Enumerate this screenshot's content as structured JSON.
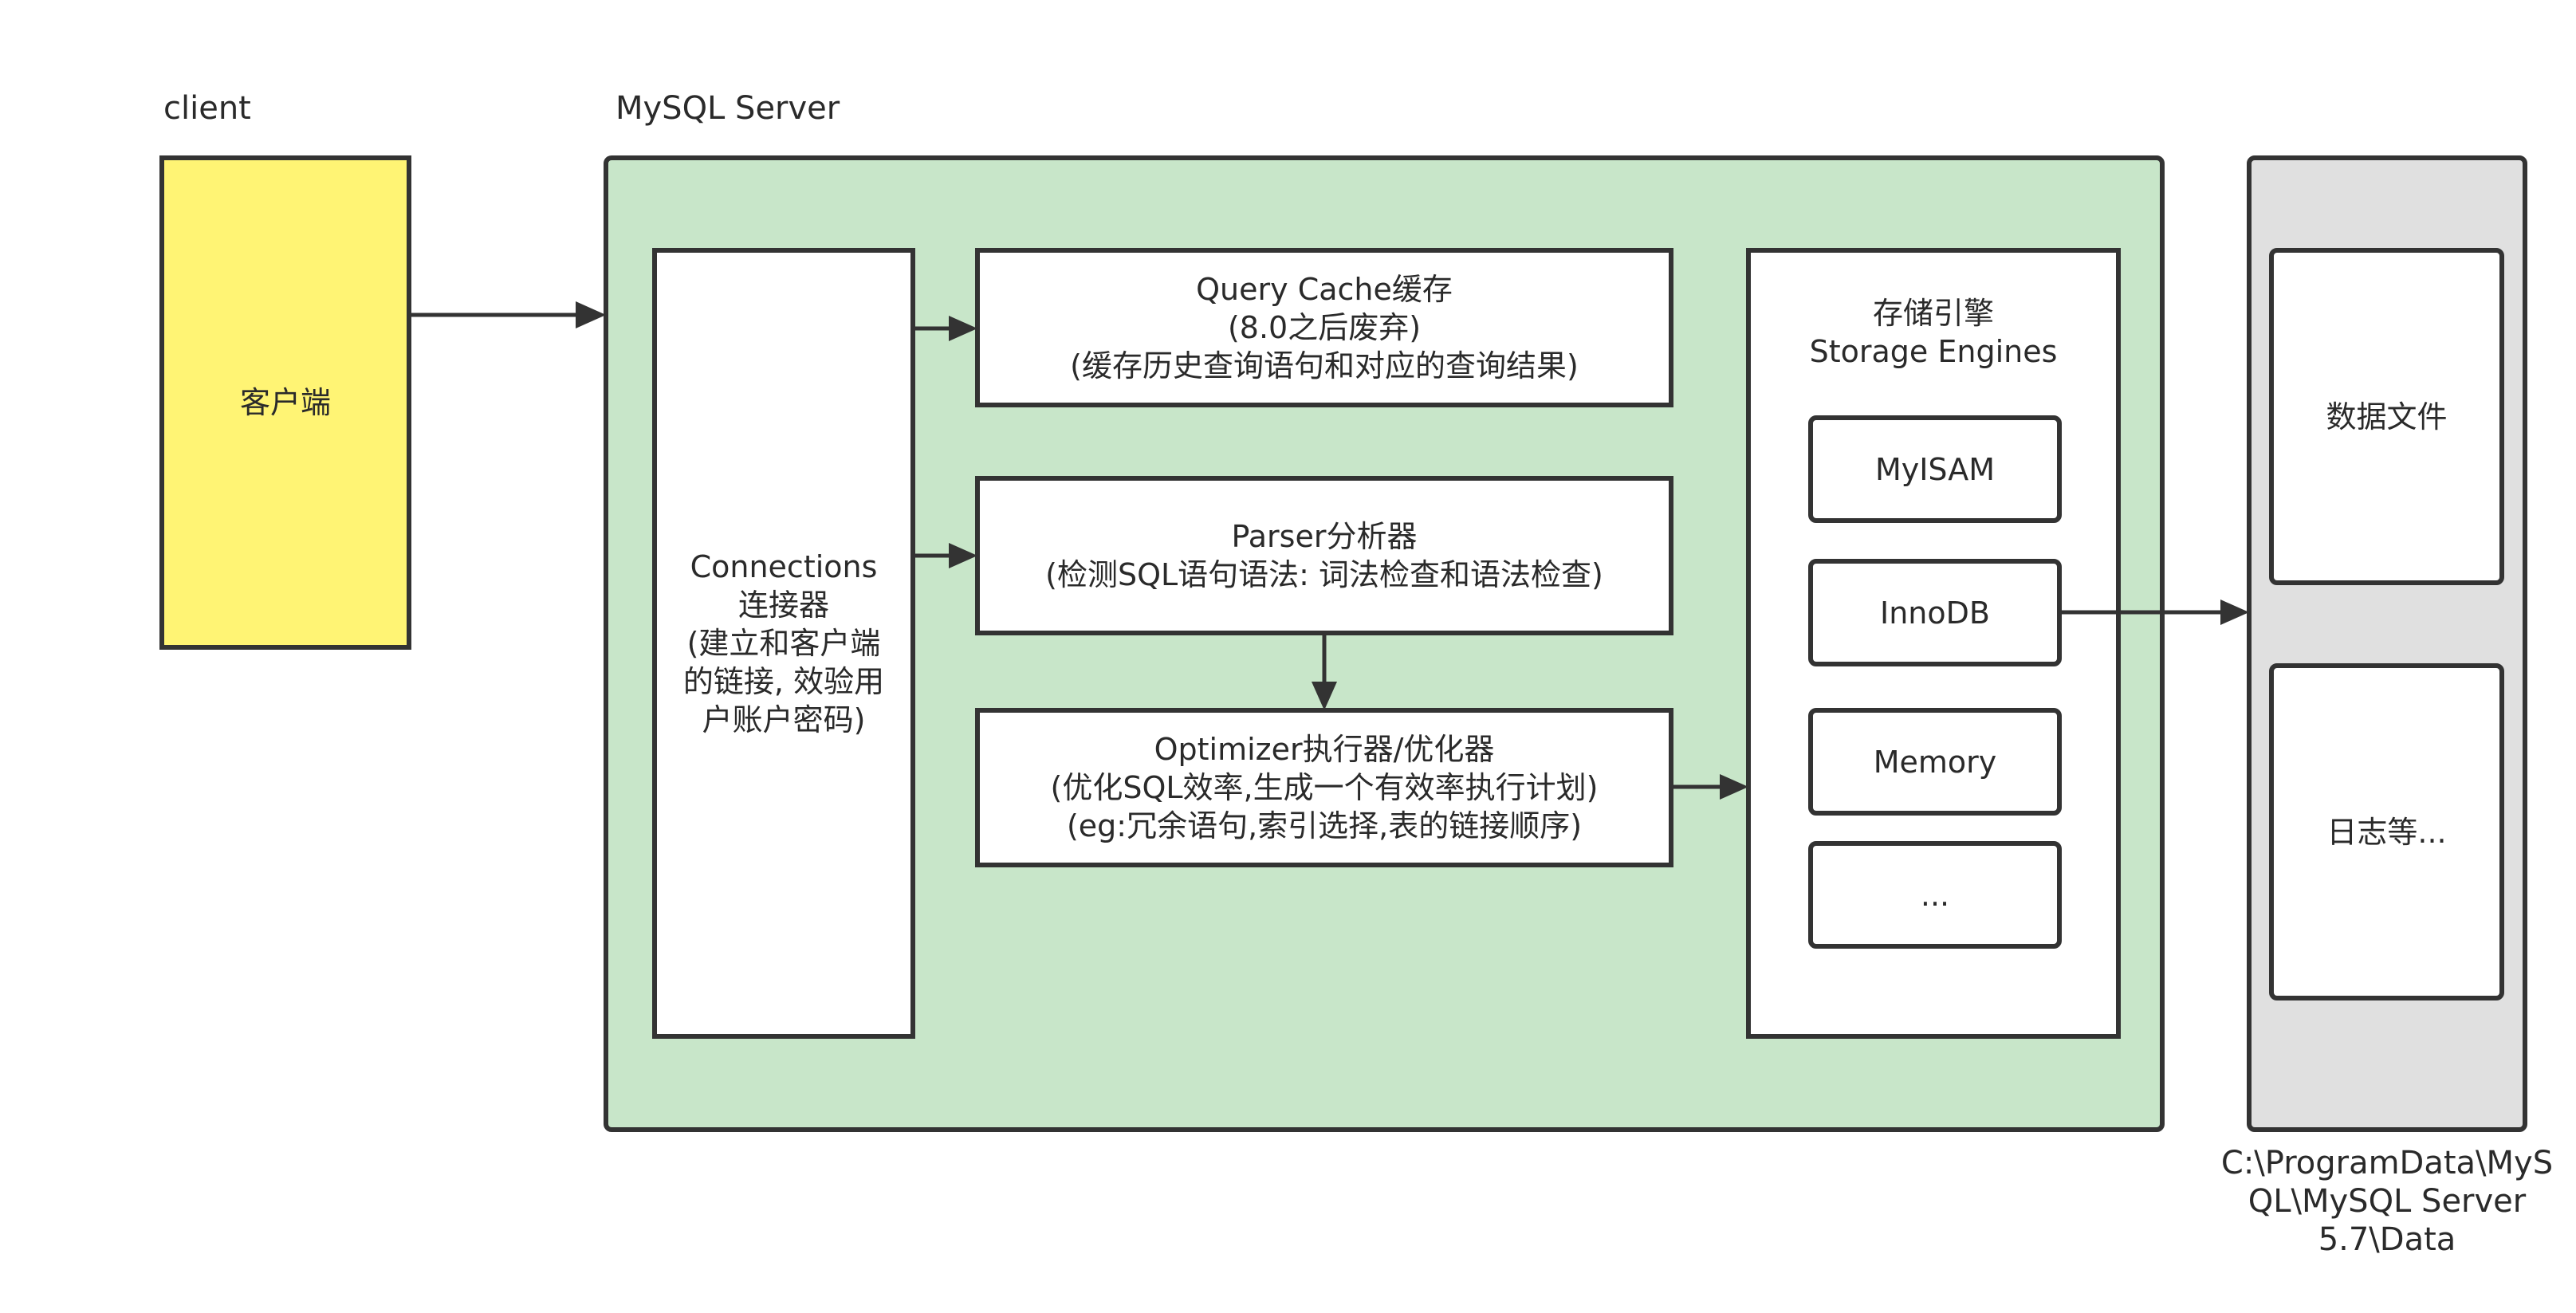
{
  "colors": {
    "client_fill": "#fff474",
    "server_fill": "#c8e6c9",
    "storage_fill": "#e0e0e0",
    "box_fill": "#ffffff",
    "stroke": "#333333"
  },
  "labels": {
    "client": "client",
    "server": "MySQL Server",
    "data_path": [
      "C:\\ProgramData\\MyS",
      "QL\\MySQL Server",
      "5.7\\Data"
    ]
  },
  "client_box": {
    "text": "客户端"
  },
  "connections": {
    "lines": [
      "Connections",
      "连接器",
      "(建立和客户端",
      "的链接, 效验用",
      "户账户密码)"
    ]
  },
  "query_cache": {
    "lines": [
      "Query Cache缓存",
      "(8.0之后废弃)",
      "(缓存历史查询语句和对应的查询结果)"
    ]
  },
  "parser": {
    "lines": [
      "Parser分析器",
      "(检测SQL语句语法: 词法检查和语法检查)"
    ]
  },
  "optimizer": {
    "lines": [
      "Optimizer执行器/优化器",
      "(优化SQL效率,生成一个有效率执行计划)",
      "(eg:冗余语句,索引选择,表的链接顺序)"
    ]
  },
  "storage_engines": {
    "lines": [
      "存储引擎",
      "Storage Engines"
    ],
    "engines": [
      "MyISAM",
      "InnoDB",
      "Memory",
      "..."
    ]
  },
  "storage": {
    "data_files": "数据文件",
    "logs": "日志等..."
  }
}
